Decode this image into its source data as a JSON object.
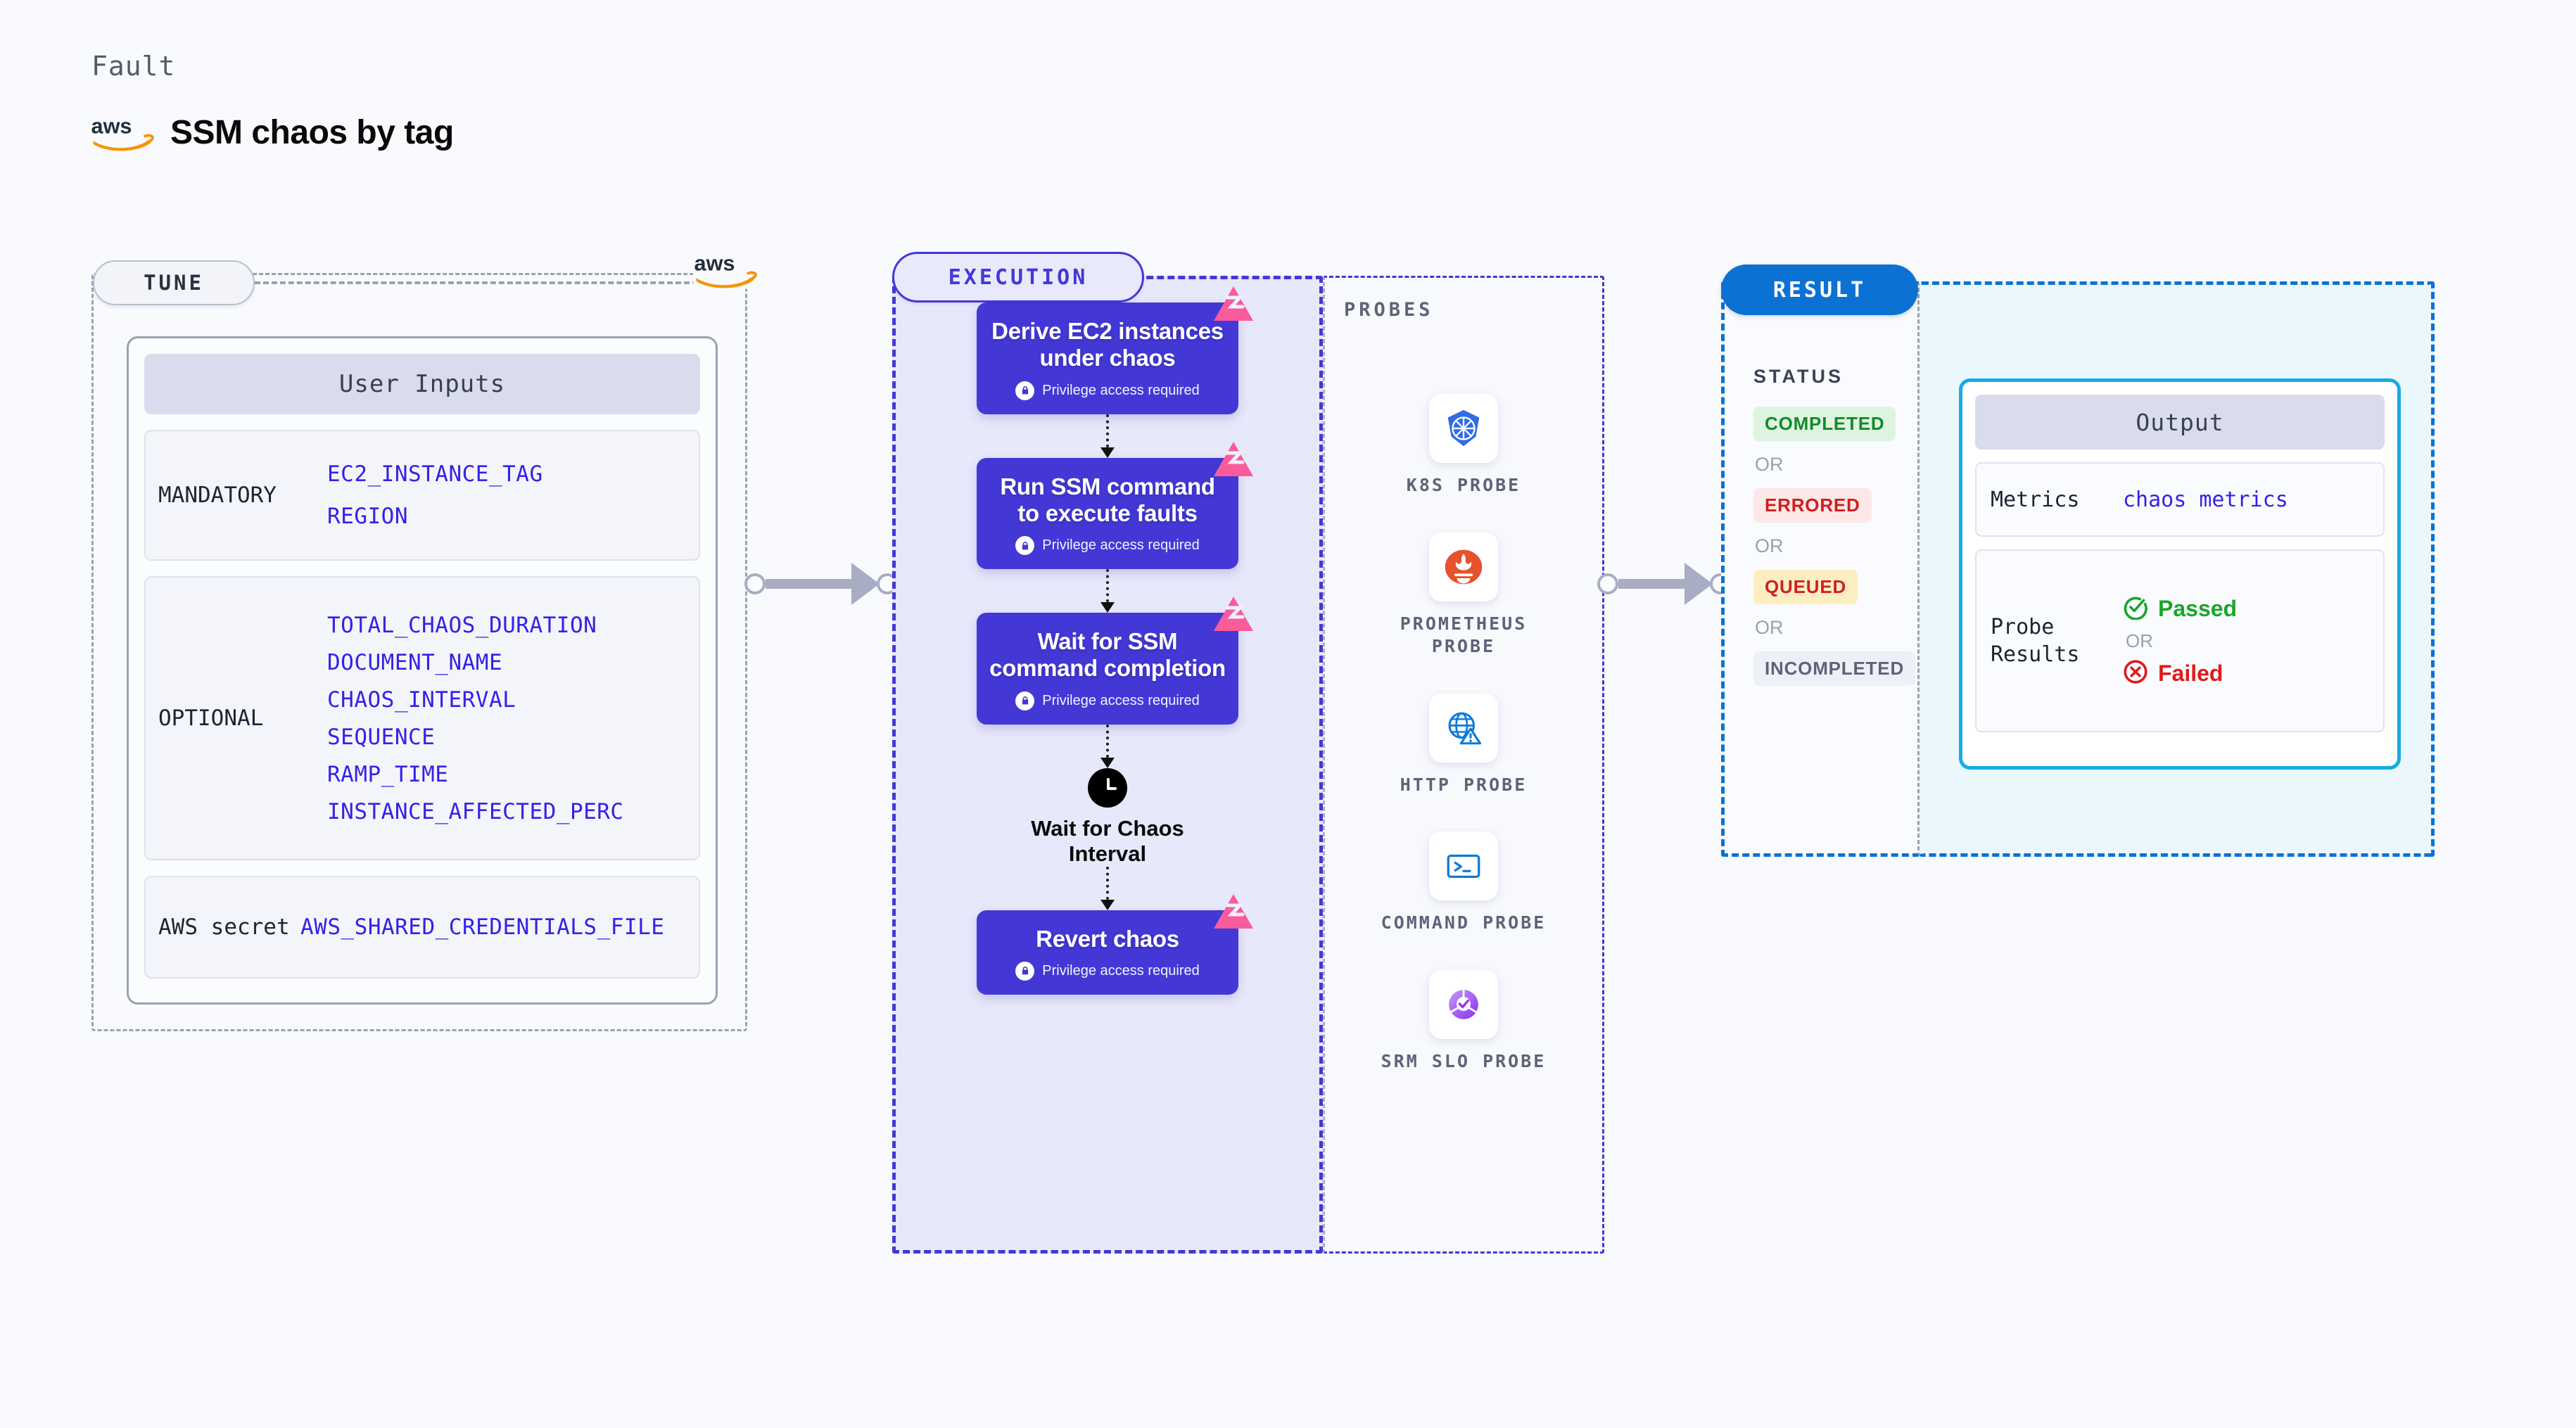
{
  "header": {
    "kind_label": "Fault",
    "title": "SSM chaos by tag",
    "logo_icon": "aws-logo"
  },
  "tune": {
    "pill_label": "TUNE",
    "card_header": "User Inputs",
    "groups": [
      {
        "label": "MANDATORY",
        "vars": [
          "EC2_INSTANCE_TAG",
          "REGION"
        ]
      },
      {
        "label": "OPTIONAL",
        "vars": [
          "TOTAL_CHAOS_DURATION",
          "DOCUMENT_NAME",
          "CHAOS_INTERVAL",
          "SEQUENCE",
          "RAMP_TIME",
          "INSTANCE_AFFECTED_PERC"
        ]
      },
      {
        "label": "AWS secret",
        "vars": [
          "AWS_SHARED_CREDENTIALS_FILE"
        ]
      }
    ]
  },
  "execution": {
    "pill_label": "EXECUTION",
    "privilege_note": "Privilege access required",
    "steps": [
      {
        "title": "Derive EC2 instances under chaos",
        "privileged": true,
        "type": "task"
      },
      {
        "title": "Run SSM command to execute faults",
        "privileged": true,
        "type": "task"
      },
      {
        "title": "Wait for SSM command completion",
        "privileged": true,
        "type": "task"
      },
      {
        "title": "Wait for Chaos Interval",
        "privileged": false,
        "type": "wait"
      },
      {
        "title": "Revert chaos",
        "privileged": true,
        "type": "task"
      }
    ]
  },
  "probes": {
    "section_label": "PROBES",
    "items": [
      {
        "name": "K8S PROBE",
        "icon": "kubernetes-icon"
      },
      {
        "name": "PROMETHEUS PROBE",
        "icon": "prometheus-icon"
      },
      {
        "name": "HTTP PROBE",
        "icon": "http-globe-icon"
      },
      {
        "name": "COMMAND PROBE",
        "icon": "terminal-icon"
      },
      {
        "name": "SRM SLO PROBE",
        "icon": "srm-slo-icon"
      }
    ]
  },
  "result": {
    "pill_label": "RESULT",
    "status_label": "STATUS",
    "or_label": "OR",
    "statuses": [
      {
        "label": "COMPLETED",
        "bg": "#dff4e0",
        "fg": "#16892a"
      },
      {
        "label": "ERRORED",
        "bg": "#fde8e8",
        "fg": "#d21c1c"
      },
      {
        "label": "QUEUED",
        "bg": "#fdeec2",
        "fg": "#cc2121"
      },
      {
        "label": "INCOMPLETED",
        "bg": "#eef0f7",
        "fg": "#5d6478"
      }
    ],
    "output": {
      "header": "Output",
      "rows": [
        {
          "key": "Metrics",
          "value": "chaos metrics",
          "kind": "link"
        },
        {
          "key": "Probe Results",
          "kind": "probe-results",
          "passed": "Passed",
          "failed": "Failed",
          "or": "OR"
        }
      ]
    }
  },
  "colors": {
    "accent_execution": "#4338d6",
    "accent_result": "#0b72d4",
    "accent_output_card": "#17abe3",
    "var_text": "#3322e8",
    "pass_green": "#1aa42b",
    "fail_red": "#e01b1b",
    "litmus_pink": "#fa5b9a",
    "aws_orange": "#f79400",
    "canvas_bg": "#f9fafd"
  }
}
